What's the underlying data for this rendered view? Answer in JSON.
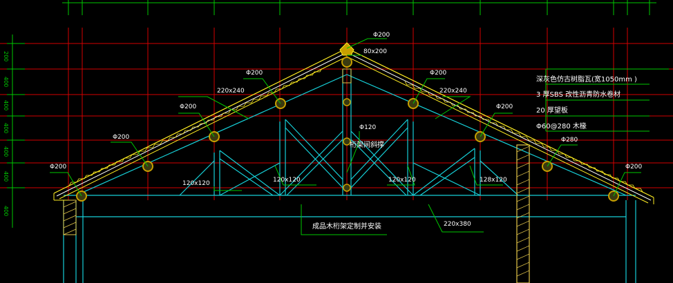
{
  "colors": {
    "background": "#000000",
    "grid_red": "#d40000",
    "dim_green": "#00c800",
    "structure_cyan": "#16d0d8",
    "roof_yellow": "#ffee22",
    "label_white": "#ffffff",
    "purlin_gold": "#c8a000",
    "post_yellow": "#e6c84a"
  },
  "labels": {
    "purlin_top": "Φ200",
    "ridge_beam": "80x200",
    "rafter_left": "220x240",
    "rafter_right": "220x240",
    "purlin_l1": "Φ200",
    "purlin_l2": "Φ200",
    "purlin_l3": "Φ200",
    "purlin_l4": "Φ200",
    "purlin_r1": "Φ200",
    "purlin_r2": "Φ200",
    "purlin_r3": "Φ280",
    "purlin_r4": "Φ200",
    "bracing_dia": "Φ120",
    "bracing_note": "桁架间斜撑",
    "member_1": "120x120",
    "member_2": "120x120",
    "member_3": "120x120",
    "member_4": "128x120",
    "truss_note": "成品木桁架定制并安装",
    "bottom_chord": "220x380"
  },
  "roof_layers": [
    "深灰色仿古树脂瓦(宽1050mm    )",
    "3 厚SBS  改性沥青防水卷材",
    "20  厚望板",
    "Φ60@280    木椽"
  ],
  "left_ruler_labels": [
    "200",
    "400",
    "400",
    "400",
    "400",
    "400",
    "400"
  ]
}
